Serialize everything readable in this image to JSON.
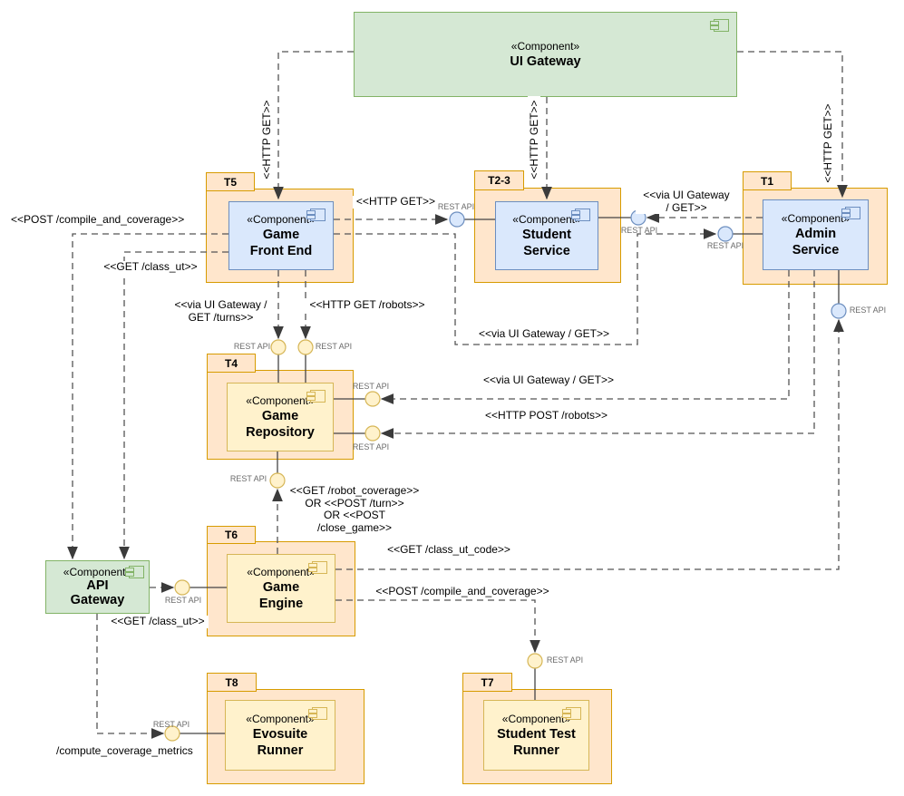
{
  "diagram": {
    "type": "UML component diagram",
    "stereotype": "«Component»",
    "interface_label": "REST API",
    "colors": {
      "green_fill": "#d5e8d4",
      "green_stroke": "#82b366",
      "orange_fill": "#ffe6cc",
      "orange_stroke": "#d79b00",
      "blue_fill": "#dae8fc",
      "blue_stroke": "#6c8ebf",
      "yellow_fill": "#fff2cc",
      "yellow_stroke": "#d6b656"
    },
    "components": {
      "ui_gateway": "UI Gateway",
      "api_gateway": "API\nGateway",
      "game_front_end": "Game\nFront End",
      "student_service": "Student\nService",
      "admin_service": "Admin\nService",
      "game_repository": "Game\nRepository",
      "game_engine": "Game\nEngine",
      "evosuite_runner": "Evosuite\nRunner",
      "student_test_runner": "Student Test\nRunner"
    },
    "packages": {
      "t5": "T5",
      "t2_3": "T2-3",
      "t1": "T1",
      "t4": "T4",
      "t6": "T6",
      "t8": "T8",
      "t7": "T7"
    },
    "edge_labels": {
      "http_get_to_front_end": "<<HTTP GET>>",
      "http_get_to_student": "<<HTTP GET>>",
      "http_get_to_admin": "<<HTTP GET>>",
      "http_get_front_to_student": "<<HTTP GET>>",
      "via_gateway_to_student": "<<via UI Gateway\n/ GET>>",
      "via_gateway_to_admin": "<<via UI Gateway / GET>>",
      "via_gateway_get_turns": "<<via UI Gateway /\nGET /turns>>",
      "http_get_robots": "<<HTTP GET /robots>>",
      "via_gateway_to_repository": "<<via UI Gateway / GET>>",
      "http_post_robots": "<<HTTP POST /robots>>",
      "engine_to_repository": "<<GET /robot_coverage>>\nOR <<POST /turn>>\nOR <<POST /close_game>>",
      "post_compile_and_coverage": "<<POST /compile_and_coverage>>",
      "get_class_ut": "<<GET /class_ut>>",
      "get_class_ut_api_gateway": "<<GET /class_ut>>",
      "get_class_ut_code": "<<GET /class_ut_code>>",
      "post_compile_to_test_runner": "<<POST /compile_and_coverage>>",
      "compute_coverage_metrics": "/compute_coverage_metrics"
    }
  }
}
